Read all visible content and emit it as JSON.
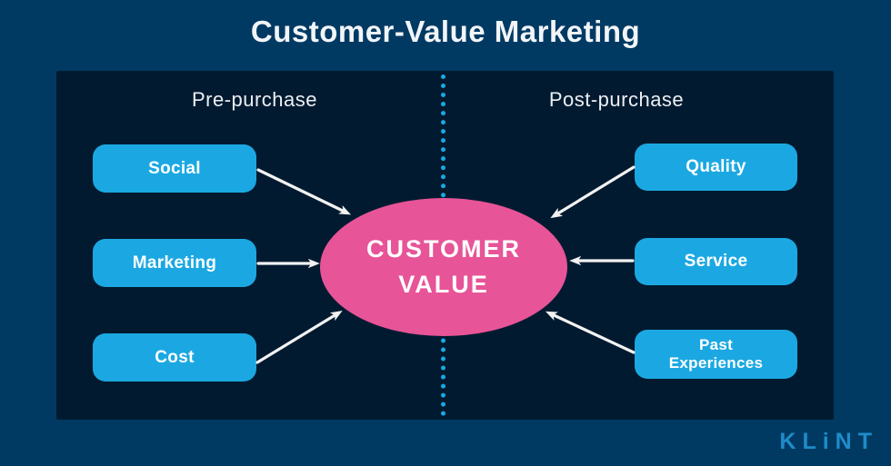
{
  "title": "Customer-Value Marketing",
  "diagram": {
    "left": {
      "header": "Pre-purchase",
      "items": [
        "Social",
        "Marketing",
        "Cost"
      ]
    },
    "right": {
      "header": "Post-purchase",
      "items": [
        "Quality",
        "Service",
        "Past Experiences"
      ]
    },
    "center": {
      "line1": "CUSTOMER",
      "line2": "VALUE"
    }
  },
  "brand": {
    "logo_text": "KLiNT"
  },
  "colors": {
    "outer_bg": "#003A63",
    "panel_bg": "#021A30",
    "node_cyan": "#1BA8E2",
    "center_pink": "#E75498",
    "divider_cyan": "#1BA9E1",
    "arrow_white": "#F2F2F2",
    "logo_blue": "#1E8CC9",
    "text_white": "#FFFFFF"
  }
}
